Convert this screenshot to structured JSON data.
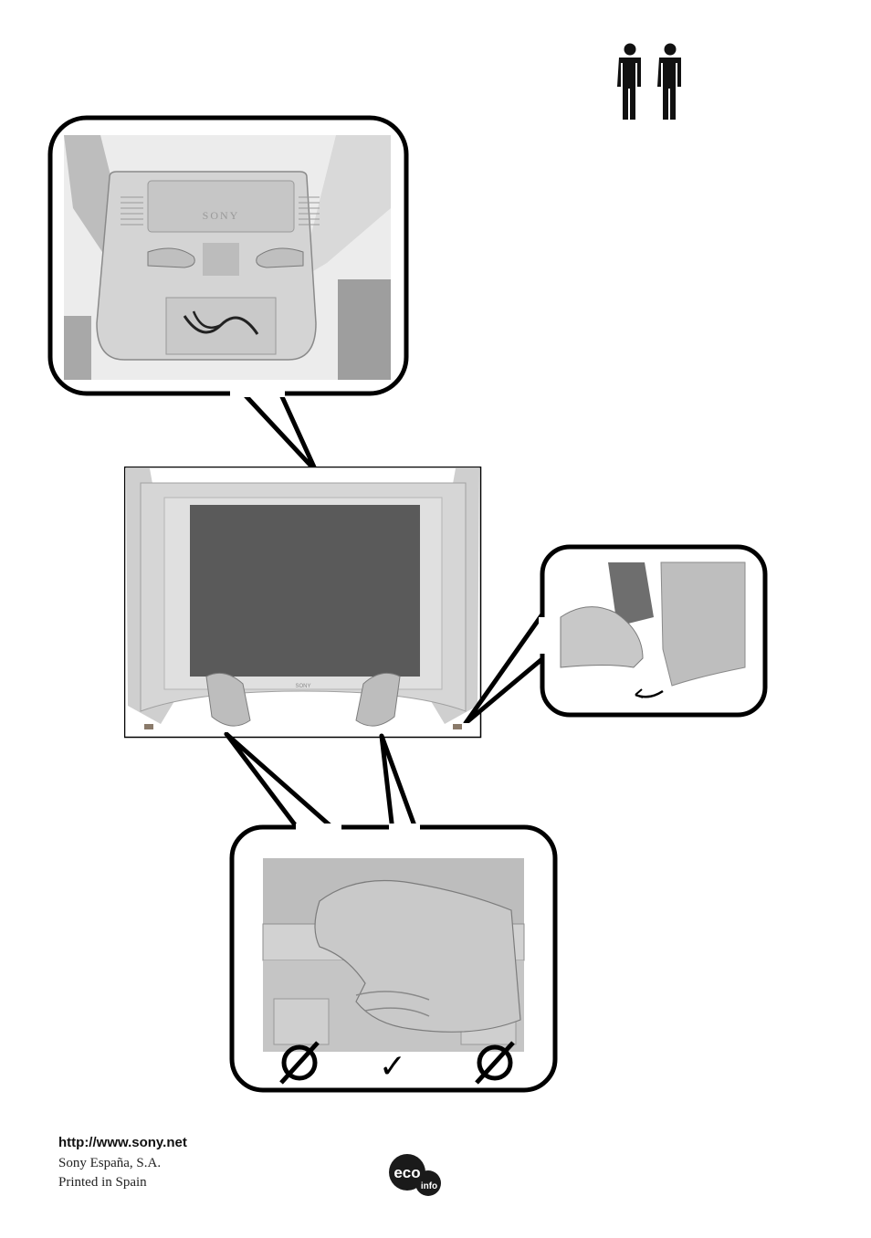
{
  "product": {
    "brand_rear": "SONY",
    "brand_front": "SONY"
  },
  "marks": {
    "prohibited_left": "prohibited",
    "correct": "✓",
    "prohibited_right": "prohibited"
  },
  "footer": {
    "url": "http://www.sony.net",
    "company": "Sony España, S.A.",
    "printed": "Printed in Spain"
  },
  "eco_logo": {
    "main": "eco",
    "sub": "info"
  },
  "colors": {
    "outline": "#000000",
    "screen": "#5a5a5a",
    "bezel": "#cfcfcf",
    "skin": "#c7c7c7"
  }
}
